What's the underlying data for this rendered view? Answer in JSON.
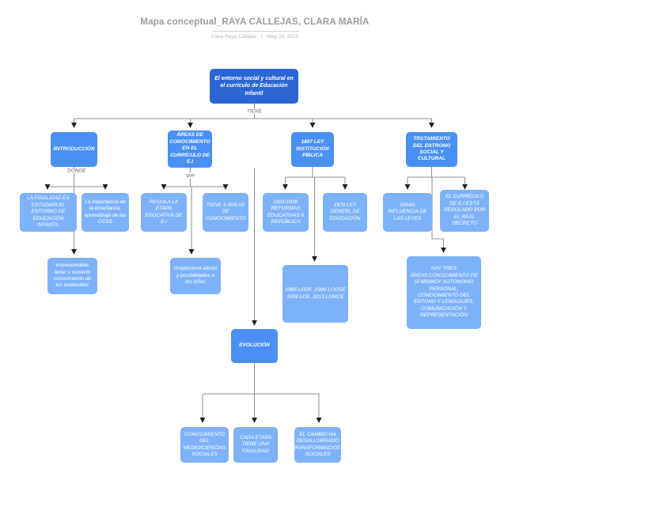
{
  "header": {
    "title": "Mapa conceptual_RAYA CALLEJAS, CLARA MARÍA",
    "byline": "Clara Raya Callejas",
    "separator": "|",
    "date": "May 20, 2021"
  },
  "edge_labels": {
    "tiene": "TIENE",
    "donde": "DONDE",
    "que": "que"
  },
  "nodes": {
    "root": "El entorno social y cultural en el currículo de Educación Infantil",
    "introduccion": "IINTRODUCCIÓN",
    "areas": "ÁREAS DE CONOCIMIENTO EN EL CURRÍCULO DE E.I",
    "ley1857": "1857 LEY INSTITUCIÓN PÍBLICA",
    "trstamiento": "TRSTAMIENTO DEL ENTRONO SOCIAL Y CULTURAL",
    "finalidad": "LA FINALIDAD ES ESTUDIAR EL ENTORNO DE EDUCACIÓN INFANTIL",
    "importancia": "La importancia de la enseñanza, aprendizaje de las CCSS",
    "regula": "REGULA LA ETAPA EDUCATIVA DE E.I",
    "tiene3areas": "TIENE 3 ÁREAS DE CONOCIMIENTO",
    "reformas": "1931/1936 REFORMAS EDUCATIVAS II REPÚBLICA",
    "ley1970": "1970 LEY GENERL DE EDUCACIÓN",
    "graninfluencia": "GRAN INFLUENCIA DE LAS LEYES",
    "curriculo": "EL CURRÍCULO DE E.I ESTÁ REGULADO POR EL REAL DECRETO",
    "imprescindible": "imprescindible tener u correcto conocimiento de los contenidos",
    "proporciona": "Proporciona afecto y posibilidades a los niños",
    "lode": "1985 LODE ,1990 LOGSE 2006 LOE, 2013 LOMCE",
    "haytres": "HAY TRES ÁREAS:CONOCIMIENTO DE SÍ MISMOY AUTONOMÍA PERSONAL, CONOCIMIENTO DEL ENTONO Y LENGUAJES: COMUNICACIÓN Y REPRESENTACIÓN",
    "evolucion": "EVOLUCIÓN",
    "conocimientomedio": "CONOCIMIENTO DEL MEDIO/CIENCIAS SOCIALES",
    "cadaetapa": "CADA ETAPA TIENE UNA FINALIDAD",
    "cambio": "EL CAMBIO HA DESALLORRADO TRANSFORMACIOES SOCIALES"
  },
  "colors": {
    "root_node": "#2c66d4",
    "branch_node": "#4a90f3",
    "leaf_node": "#7db2f9",
    "connector_line": "#8f8f8f",
    "arrowhead": "#1f1f1f",
    "title_text": "#9b9ba1"
  }
}
